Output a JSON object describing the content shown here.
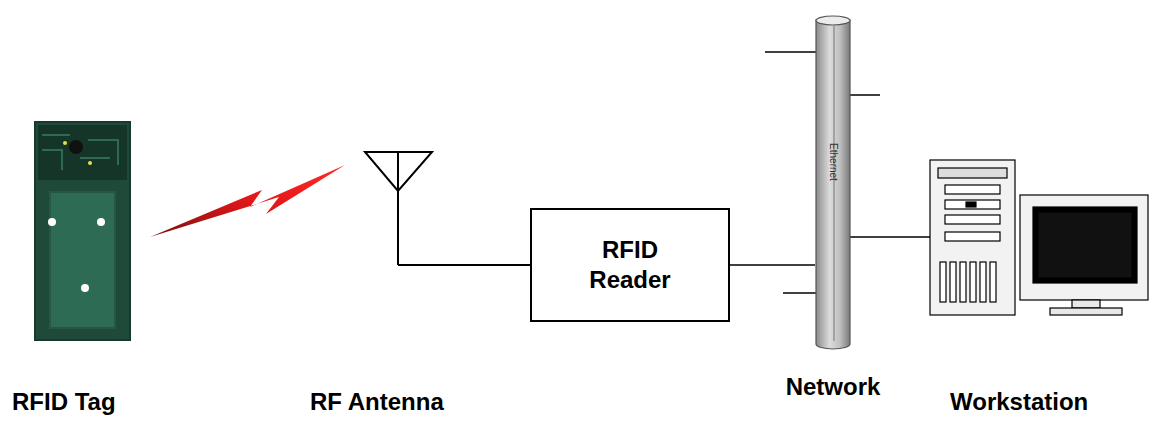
{
  "diagram": {
    "nodes": [
      {
        "text": [
          "RFID Reader"
        ]
      },
      {
        "text": [
          "Ethernet",
          "Network"
        ]
      }
    ],
    "edges": [
      {
        "from": 0,
        "to": 1,
        "arrow": "none"
      }
    ],
    "labels": [
      "RFID Tag",
      "RF Antenna",
      "Workstation"
    ]
  }
}
